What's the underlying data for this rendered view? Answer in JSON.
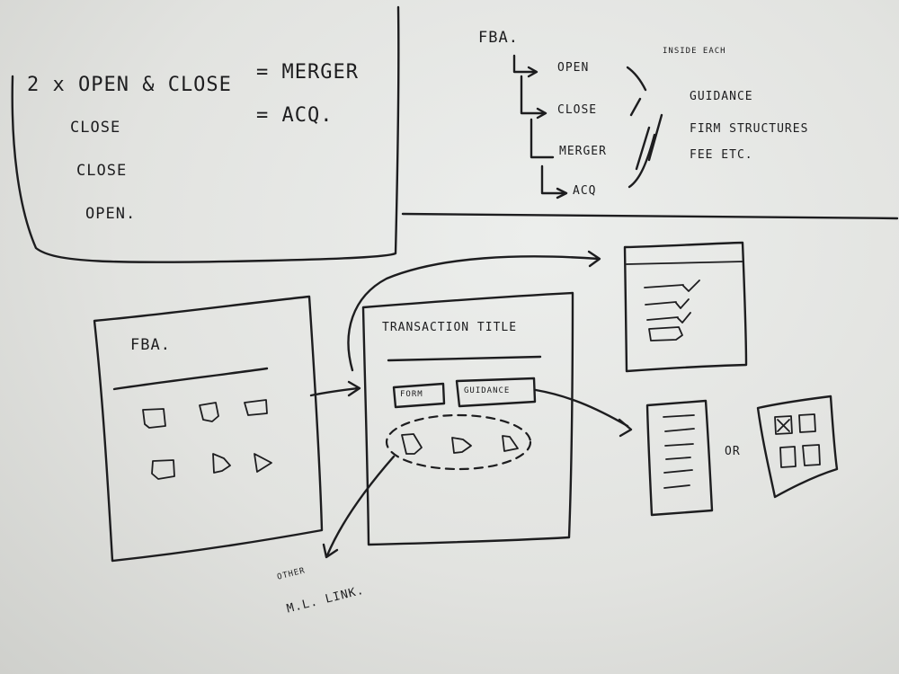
{
  "notes_box": {
    "line1_left": "2 x OPEN & CLOSE",
    "line1_eq": "= MERGER",
    "line2_left": "CLOSE",
    "line2_eq": "= ACQ.",
    "line3": "CLOSE",
    "line4": "OPEN."
  },
  "tree": {
    "root": "FBA.",
    "children": [
      "OPEN",
      "CLOSE",
      "MERGER",
      "ACQ"
    ],
    "note_inside": "INSIDE EACH",
    "note_guidance": "GUIDANCE",
    "note_firm": "FIRM STRUCTURES",
    "note_fee": "FEE ETC."
  },
  "screen_list": {
    "title": "FBA."
  },
  "screen_transaction": {
    "title": "TRANSACTION TITLE",
    "form_button": "FORM",
    "guidance_button": "GUIDANCE"
  },
  "side_note": {
    "line1": "OTHER",
    "line2": "M.L. LINK."
  },
  "or_label": "OR"
}
